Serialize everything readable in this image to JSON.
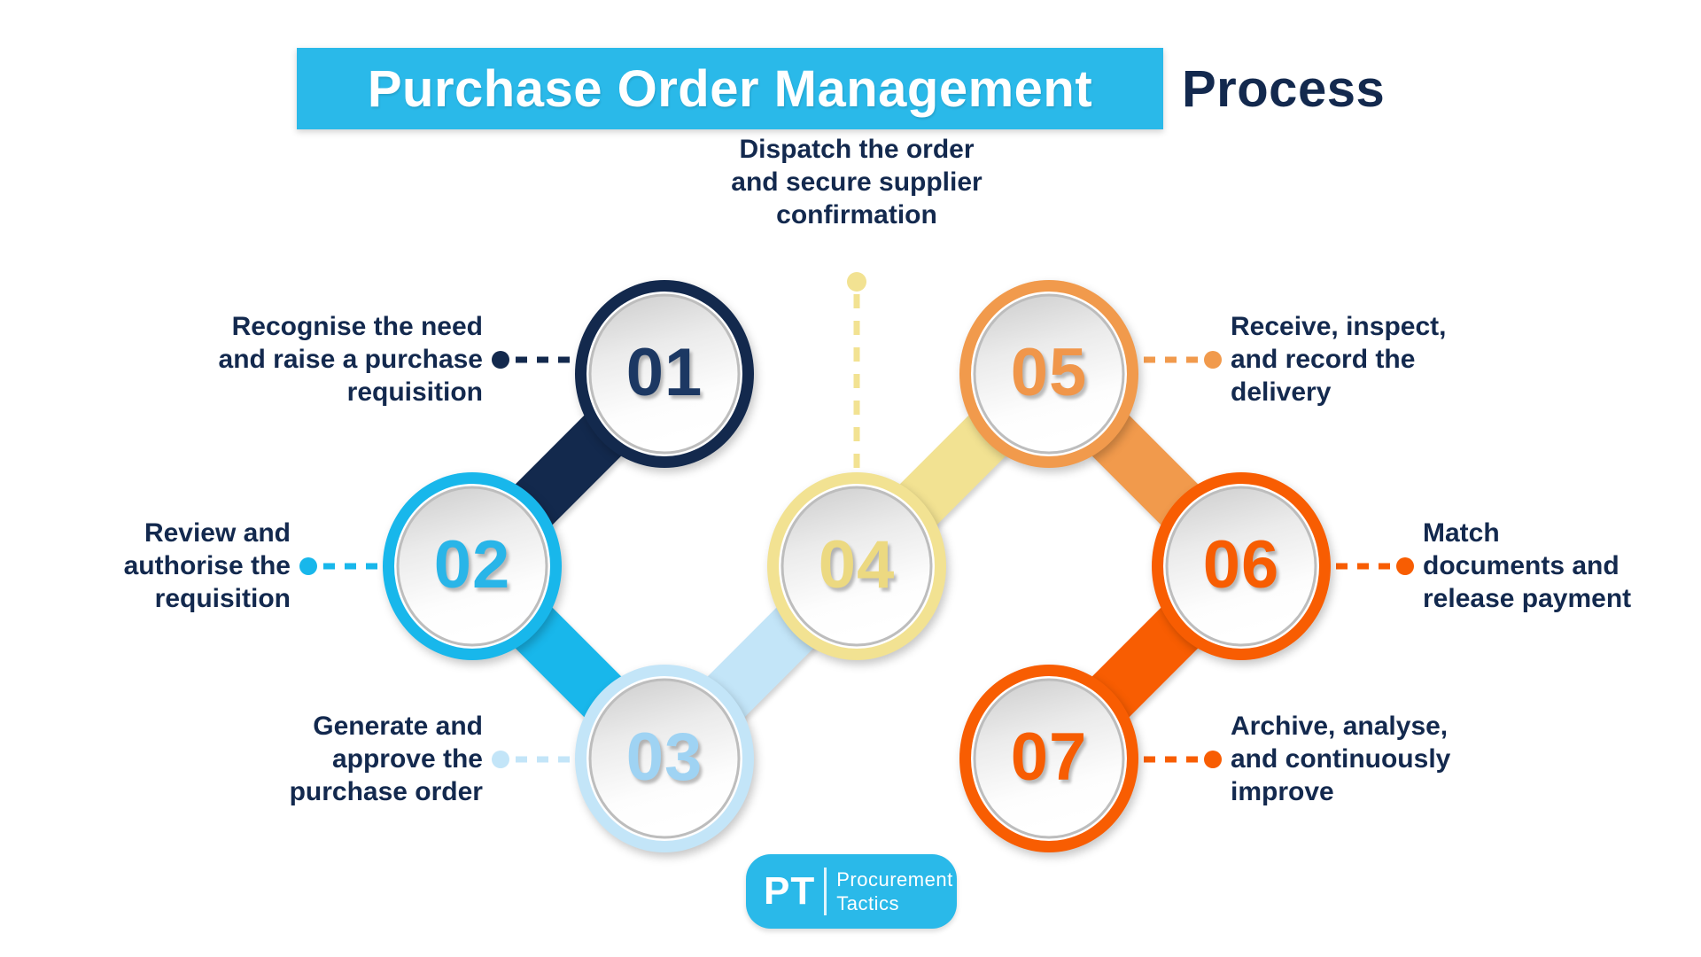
{
  "title": {
    "highlighted": "Purchase Order Management",
    "plain": "Process"
  },
  "colors": {
    "background": "#ffffff",
    "title_box": "#2ab9e9",
    "title_text": "#ffffff",
    "title_plain_text": "#13294e",
    "label_text": "#13294e",
    "logo_bg": "#2ab9e9",
    "logo_text": "#ffffff"
  },
  "steps": [
    {
      "number": "01",
      "color": "#13294d",
      "number_color": "#1c3863",
      "label_lines": [
        "Recognise the need",
        "and raise a purchase",
        "requisition"
      ]
    },
    {
      "number": "02",
      "color": "#18b7eb",
      "number_color": "#29b5e8",
      "label_lines": [
        "Review and",
        "authorise the",
        "requisition"
      ]
    },
    {
      "number": "03",
      "color": "#c3e5f8",
      "number_color": "#9fd3f3",
      "label_lines": [
        "Generate and",
        "approve the",
        "purchase order"
      ]
    },
    {
      "number": "04",
      "color": "#f2e292",
      "number_color": "#ecd981",
      "label_lines": [
        "Dispatch the order",
        "and secure supplier",
        "confirmation"
      ]
    },
    {
      "number": "05",
      "color": "#f19a4c",
      "number_color": "#f0964a",
      "label_lines": [
        "Receive, inspect,",
        "and record the",
        "delivery"
      ]
    },
    {
      "number": "06",
      "color": "#f85d02",
      "number_color": "#f75d02",
      "label_lines": [
        "Match",
        "documents and",
        "release payment"
      ]
    },
    {
      "number": "07",
      "color": "#f85d02",
      "number_color": "#f75d02",
      "label_lines": [
        "Archive, analyse,",
        "and continuously",
        "improve"
      ]
    }
  ],
  "logo": {
    "monogram": "PT",
    "name_lines": [
      "Procurement",
      "Tactics"
    ]
  }
}
